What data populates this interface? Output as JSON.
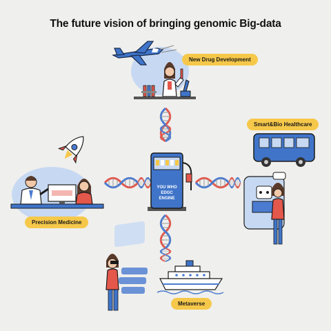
{
  "title": "The future vision of bringing genomic Big-data",
  "labels": {
    "new_drug": "New Drug Development",
    "smart_bio": "Smart&Bio Healthcare",
    "precision": "Precision Medicine",
    "metaverse": "Metaverse"
  },
  "engine": {
    "line1": "YOU WHO",
    "line2": "EDGC",
    "line3": "ENGINE"
  },
  "colors": {
    "accent_yellow": "#f6c84a",
    "blue": "#3f74c9",
    "dna_red": "#e4574b",
    "dna_blue": "#4a7bd0"
  }
}
